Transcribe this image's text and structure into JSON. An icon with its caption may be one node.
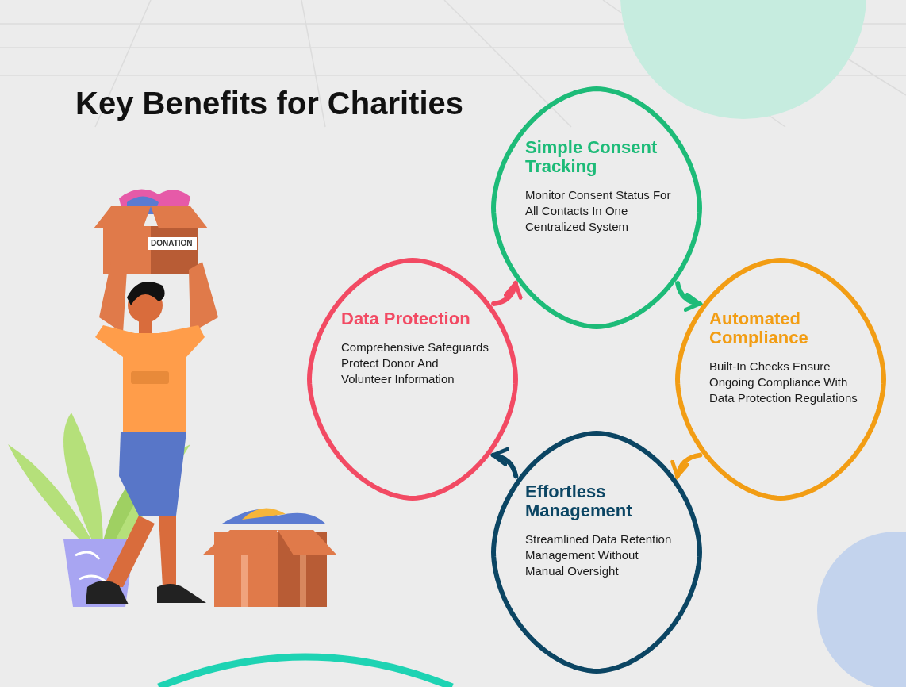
{
  "diagram": {
    "title": "Key Benefits for Charities",
    "nodes": [
      {
        "text": [
          "Simple Consent Tracking",
          "Monitor Consent Status For All Contacts In One Centralized System"
        ]
      },
      {
        "text": [
          "Automated Compliance",
          "Built-In Checks Ensure Ongoing Compliance With Data Protection Regulations"
        ]
      },
      {
        "text": [
          "Effortless Management",
          "Streamlined Data Retention Management Without Manual Oversight"
        ]
      },
      {
        "text": [
          "Data Protection",
          "Comprehensive Safeguards Protect Donor And Volunteer Information"
        ]
      }
    ],
    "edges": [
      {
        "from": 3,
        "to": 0,
        "arrow": "to",
        "color": "#f24a63"
      },
      {
        "from": 0,
        "to": 1,
        "arrow": "to",
        "color": "#1dbb78"
      },
      {
        "from": 1,
        "to": 2,
        "arrow": "to",
        "color": "#f29d14"
      },
      {
        "from": 2,
        "to": 3,
        "arrow": "to",
        "color": "#0b4563"
      }
    ],
    "labels": [
      "DONATION"
    ]
  }
}
